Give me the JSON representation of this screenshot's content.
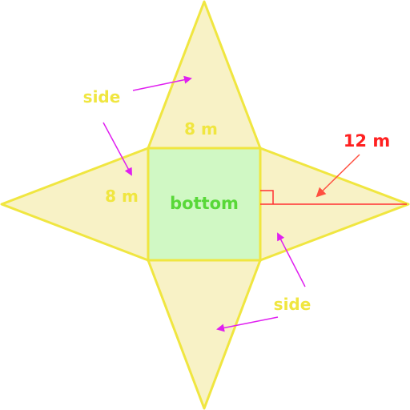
{
  "labels": {
    "top_base": "8 m",
    "left_base": "8 m",
    "slant_height": "12 m",
    "bottom": "bottom",
    "side_upper": "side",
    "side_lower": "side"
  },
  "colors": {
    "triangle_fill": "#f8f2c6",
    "outline": "#f0e640",
    "square_fill": "#d0f8c4",
    "bottom_text": "#58d838",
    "side_text": "#f0e640",
    "dimension_text": "#f0e640",
    "slant_text": "#ff2020",
    "slant_line": "#ff3030",
    "pointer": "#e020f0",
    "right_angle_marker": "#ff3030"
  }
}
